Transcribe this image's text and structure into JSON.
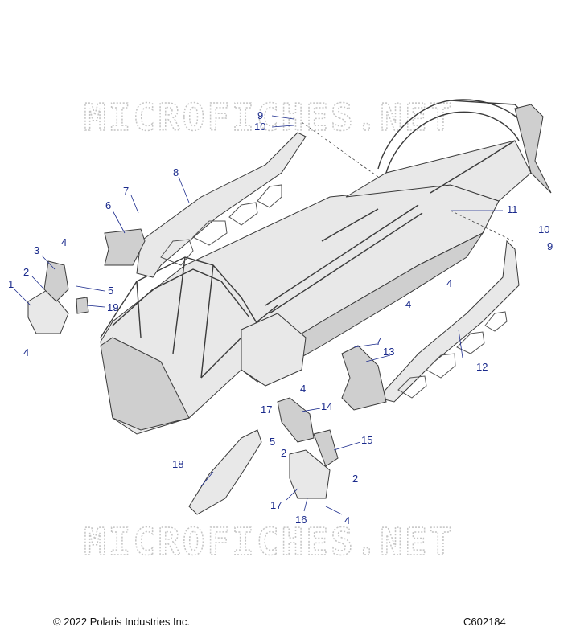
{
  "watermark": "MICROFICHES.NET",
  "copyright": "© 2022 Polaris Industries Inc.",
  "diagram_code": "C602184",
  "callouts": {
    "c9a": "9",
    "c10a": "10",
    "c8": "8",
    "c7a": "7",
    "c6": "6",
    "c3": "3",
    "c4a": "4",
    "c2a": "2",
    "c1": "1",
    "c5a": "5",
    "c19": "19",
    "c4b": "4",
    "c11": "11",
    "c10b": "10",
    "c9b": "9",
    "c4c": "4",
    "c4d": "4",
    "c7b": "7",
    "c13": "13",
    "c12": "12",
    "c4e": "4",
    "c14": "14",
    "c17a": "17",
    "c5b": "5",
    "c2b": "2",
    "c15": "15",
    "c2c": "2",
    "c18": "18",
    "c17b": "17",
    "c16": "16",
    "c4f": "4"
  },
  "colors": {
    "callout": "#1a2a8c",
    "line": "#3a3a3a",
    "watermark": "#c4c4c4"
  }
}
